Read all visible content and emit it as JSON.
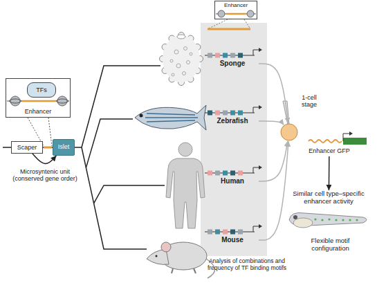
{
  "diagram": {
    "nodes": [
      {
        "text": [
          "Enhancer"
        ]
      },
      {
        "text": [
          "Enhancer"
        ]
      },
      {
        "text": [
          "TFs"
        ],
        "in": 1
      },
      {
        "text": [
          "Scaper"
        ]
      },
      {
        "text": [
          "Islet"
        ]
      },
      {
        "text": [
          "Sponge"
        ]
      },
      {
        "text": [
          "Zebrafish"
        ]
      },
      {
        "text": [
          "Human"
        ]
      },
      {
        "text": [
          "Mouse"
        ]
      },
      {
        "text": [
          "1-cell stage"
        ]
      },
      {
        "text": [
          "Enhancer GFP"
        ]
      },
      {
        "text": [
          "Similar cell type–specific enhancer activity",
          "Flexible motif configuration"
        ]
      }
    ],
    "edges": [
      {
        "from": 3,
        "to": 4,
        "arrow": "to"
      },
      {
        "from": 5,
        "to": 9,
        "arrow": "to"
      },
      {
        "from": 6,
        "to": 9,
        "arrow": "to"
      },
      {
        "from": 7,
        "to": 9,
        "arrow": "to"
      },
      {
        "from": 8,
        "to": 9,
        "arrow": "to"
      },
      {
        "from": 10,
        "to": 11,
        "arrow": "to"
      }
    ],
    "labels": [
      "Microsyntenic unit (conserved gene order)",
      "Analysis of combinations and frequency of TF binding motifs"
    ]
  }
}
